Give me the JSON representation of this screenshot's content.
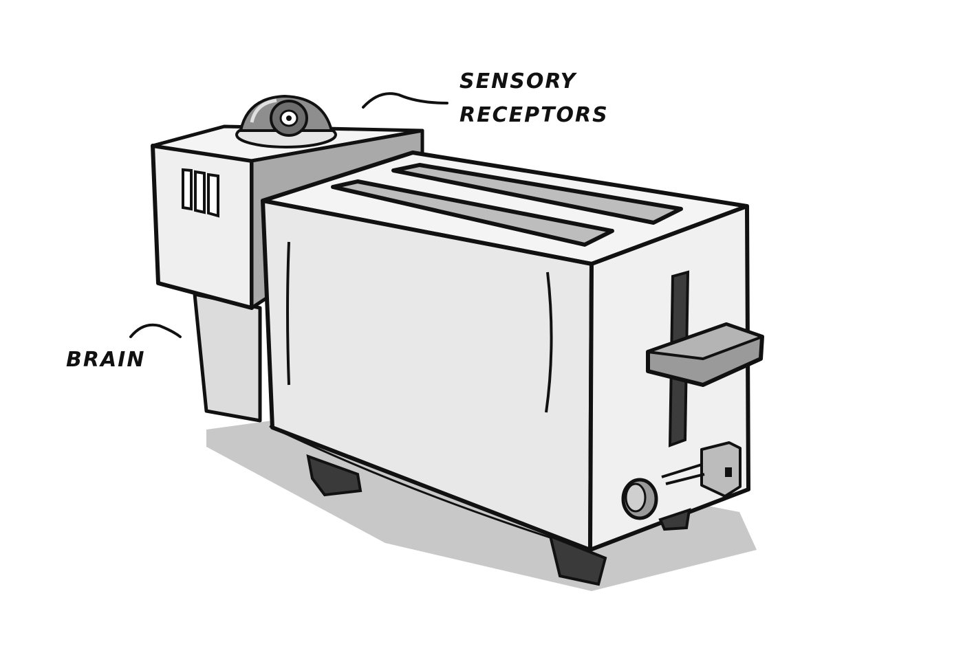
{
  "labels": {
    "sensory_line1": "SENSORY",
    "sensory_line2": "RECEPTORS",
    "brain": "BRAIN"
  },
  "colors": {
    "ink": "#111111",
    "shadow": "#c8c8c8",
    "body_light": "#f2f2f2",
    "body_mid": "#dcdcdc",
    "body_dark": "#a9a9a9"
  }
}
